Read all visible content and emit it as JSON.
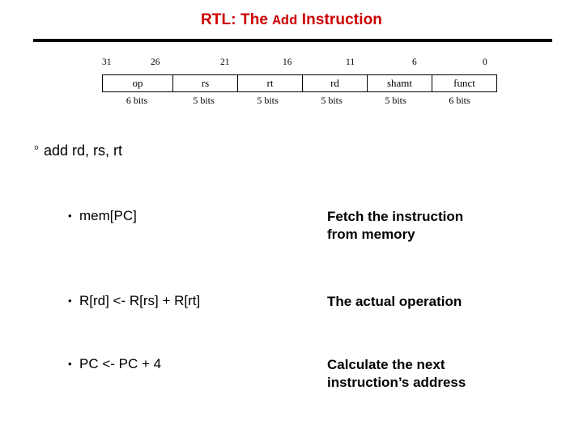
{
  "slide": {
    "title_prefix": "RTL: The ",
    "title_mono": "Add",
    "title_suffix": " Instruction",
    "title_color": "#CC0000"
  },
  "instruction_format": {
    "bit_numbers": [
      "31",
      "26",
      "21",
      "16",
      "11",
      "6",
      "0"
    ],
    "fields": [
      {
        "name": "op",
        "bits": "6 bits"
      },
      {
        "name": "rs",
        "bits": "5 bits"
      },
      {
        "name": "rt",
        "bits": "5 bits"
      },
      {
        "name": "rd",
        "bits": "5 bits"
      },
      {
        "name": "shamt",
        "bits": "5 bits"
      },
      {
        "name": "funct",
        "bits": "6 bits"
      }
    ]
  },
  "content": {
    "degree_bullet": "°",
    "heading": "add  rd, rs, rt",
    "bullet_char": "•",
    "rows": [
      {
        "left": "mem[PC]",
        "right_line1": "Fetch the instruction",
        "right_line2": "from memory"
      },
      {
        "left": "R[rd] <- R[rs] + R[rt]",
        "right_line1": "The actual operation",
        "right_line2": ""
      },
      {
        "left": "PC <- PC + 4",
        "right_line1": "Calculate the next",
        "right_line2": "instruction’s address"
      }
    ]
  }
}
